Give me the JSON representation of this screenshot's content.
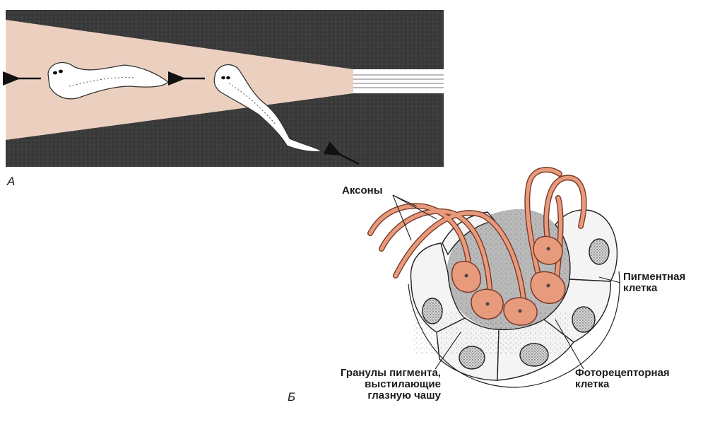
{
  "panel_a": {
    "letter": "А",
    "colors": {
      "background": "#3a3a3a",
      "light_beam": "#f2d6c6",
      "flatworm": "#ffffff"
    }
  },
  "panel_b": {
    "letter": "Б",
    "colors": {
      "photoreceptor": "#e89a7c",
      "axon_outline": "#7a3a28",
      "pigment_cup": "#b9b9b9",
      "cell": "#f4f4f4"
    },
    "labels": {
      "axons": "Аксоны",
      "pigment_cell_line1": "Пигментная",
      "pigment_cell_line2": "клетка",
      "photoreceptor_line1": "Фоторецепторная",
      "photoreceptor_line2": "клетка",
      "granules_line1": "Гранулы пигмента,",
      "granules_line2": "выстилающие",
      "granules_line3": "глазную чашу"
    }
  }
}
